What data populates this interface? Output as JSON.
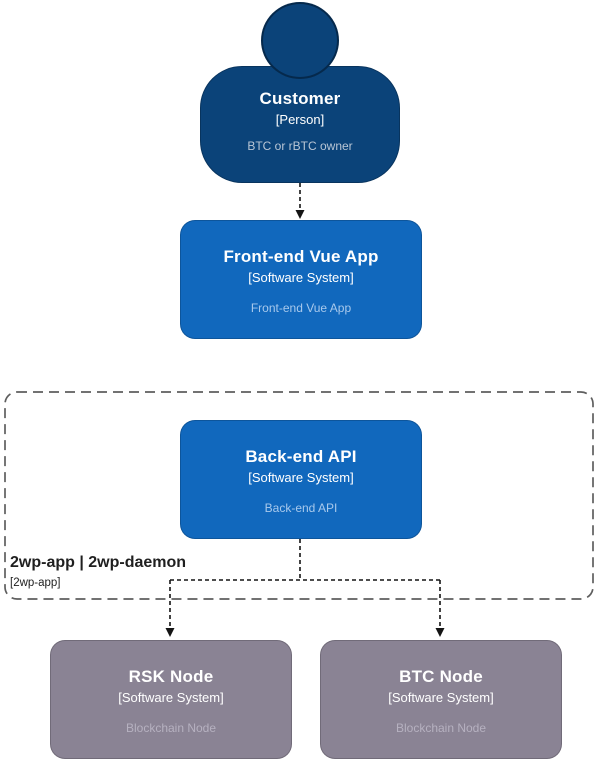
{
  "colors": {
    "background": "#FFFFFF",
    "person_fill": "#0B4379",
    "system_fill": "#1168BD",
    "external_fill": "#8A8394",
    "node_text": "#FFFFFF",
    "person_desc_text": "#B9C6D5",
    "system_desc_text": "#A8C9EC",
    "external_desc_text": "#B6B1C0",
    "connector": "#141414",
    "boundary_border": "#5E5E5E",
    "boundary_text": "#1F1F1F"
  },
  "nodes": {
    "customer": {
      "title": "Customer",
      "subtitle": "[Person]",
      "description": "BTC or rBTC owner"
    },
    "frontend": {
      "title": "Front-end Vue App",
      "subtitle": "[Software System]",
      "description": "Front-end Vue App"
    },
    "backend": {
      "title": "Back-end API",
      "subtitle": "[Software System]",
      "description": "Back-end API"
    },
    "rsk": {
      "title": "RSK Node",
      "subtitle": "[Software System]",
      "description": "Blockchain Node"
    },
    "btc": {
      "title": "BTC Node",
      "subtitle": "[Software System]",
      "description": "Blockchain Node"
    }
  },
  "boundary": {
    "title": "2wp-app | 2wp-daemon",
    "subtitle": "[2wp-app]"
  }
}
